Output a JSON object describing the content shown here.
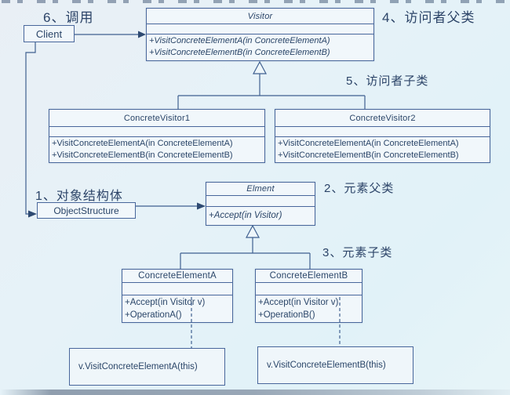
{
  "colors": {
    "background": "#e6f2f8",
    "line": "#3f6090",
    "class_text": "#2a4568",
    "box_fill": "#f1f7fb",
    "label_text": "#2c4468",
    "bottom_bar": "#8c9aac"
  },
  "annotations": {
    "call": "6、调用",
    "visitor_parent": "4、访问者父类",
    "visitor_children": "5、访问者子类",
    "object_structure": "1、对象结构体",
    "element_parent": "2、元素父类",
    "element_children": "3、元素子类"
  },
  "classes": {
    "visitor": {
      "name": "Visitor",
      "methods": [
        "+VisitConcreteElementA(in ConcreteElementA)",
        "+VisitConcreteElementB(in ConcreteElementB)"
      ]
    },
    "concrete_visitor1": {
      "name": "ConcreteVisitor1",
      "methods": [
        "+VisitConcreteElementA(in ConcreteElementA)",
        "+VisitConcreteElementB(in ConcreteElementB)"
      ]
    },
    "concrete_visitor2": {
      "name": "ConcreteVisitor2",
      "methods": [
        "+VisitConcreteElementA(in ConcreteElementA)",
        "+VisitConcreteElementB(in ConcreteElementB)"
      ]
    },
    "element": {
      "name": "Elment",
      "methods": [
        "+Accept(in Visitor)"
      ]
    },
    "concrete_element_a": {
      "name": "ConcreteElementA",
      "methods": [
        "+Accept(in Visitor v)",
        "+OperationA()"
      ]
    },
    "concrete_element_b": {
      "name": "ConcreteElementB",
      "methods": [
        "+Accept(in Visitor v)",
        "+OperationB()"
      ]
    }
  },
  "boxes": {
    "client": "Client",
    "object_structure": "ObjectStructure"
  },
  "notes": {
    "note_a": "v.VisitConcreteElementA(this)",
    "note_b": "v.VisitConcreteElementB(this)"
  }
}
